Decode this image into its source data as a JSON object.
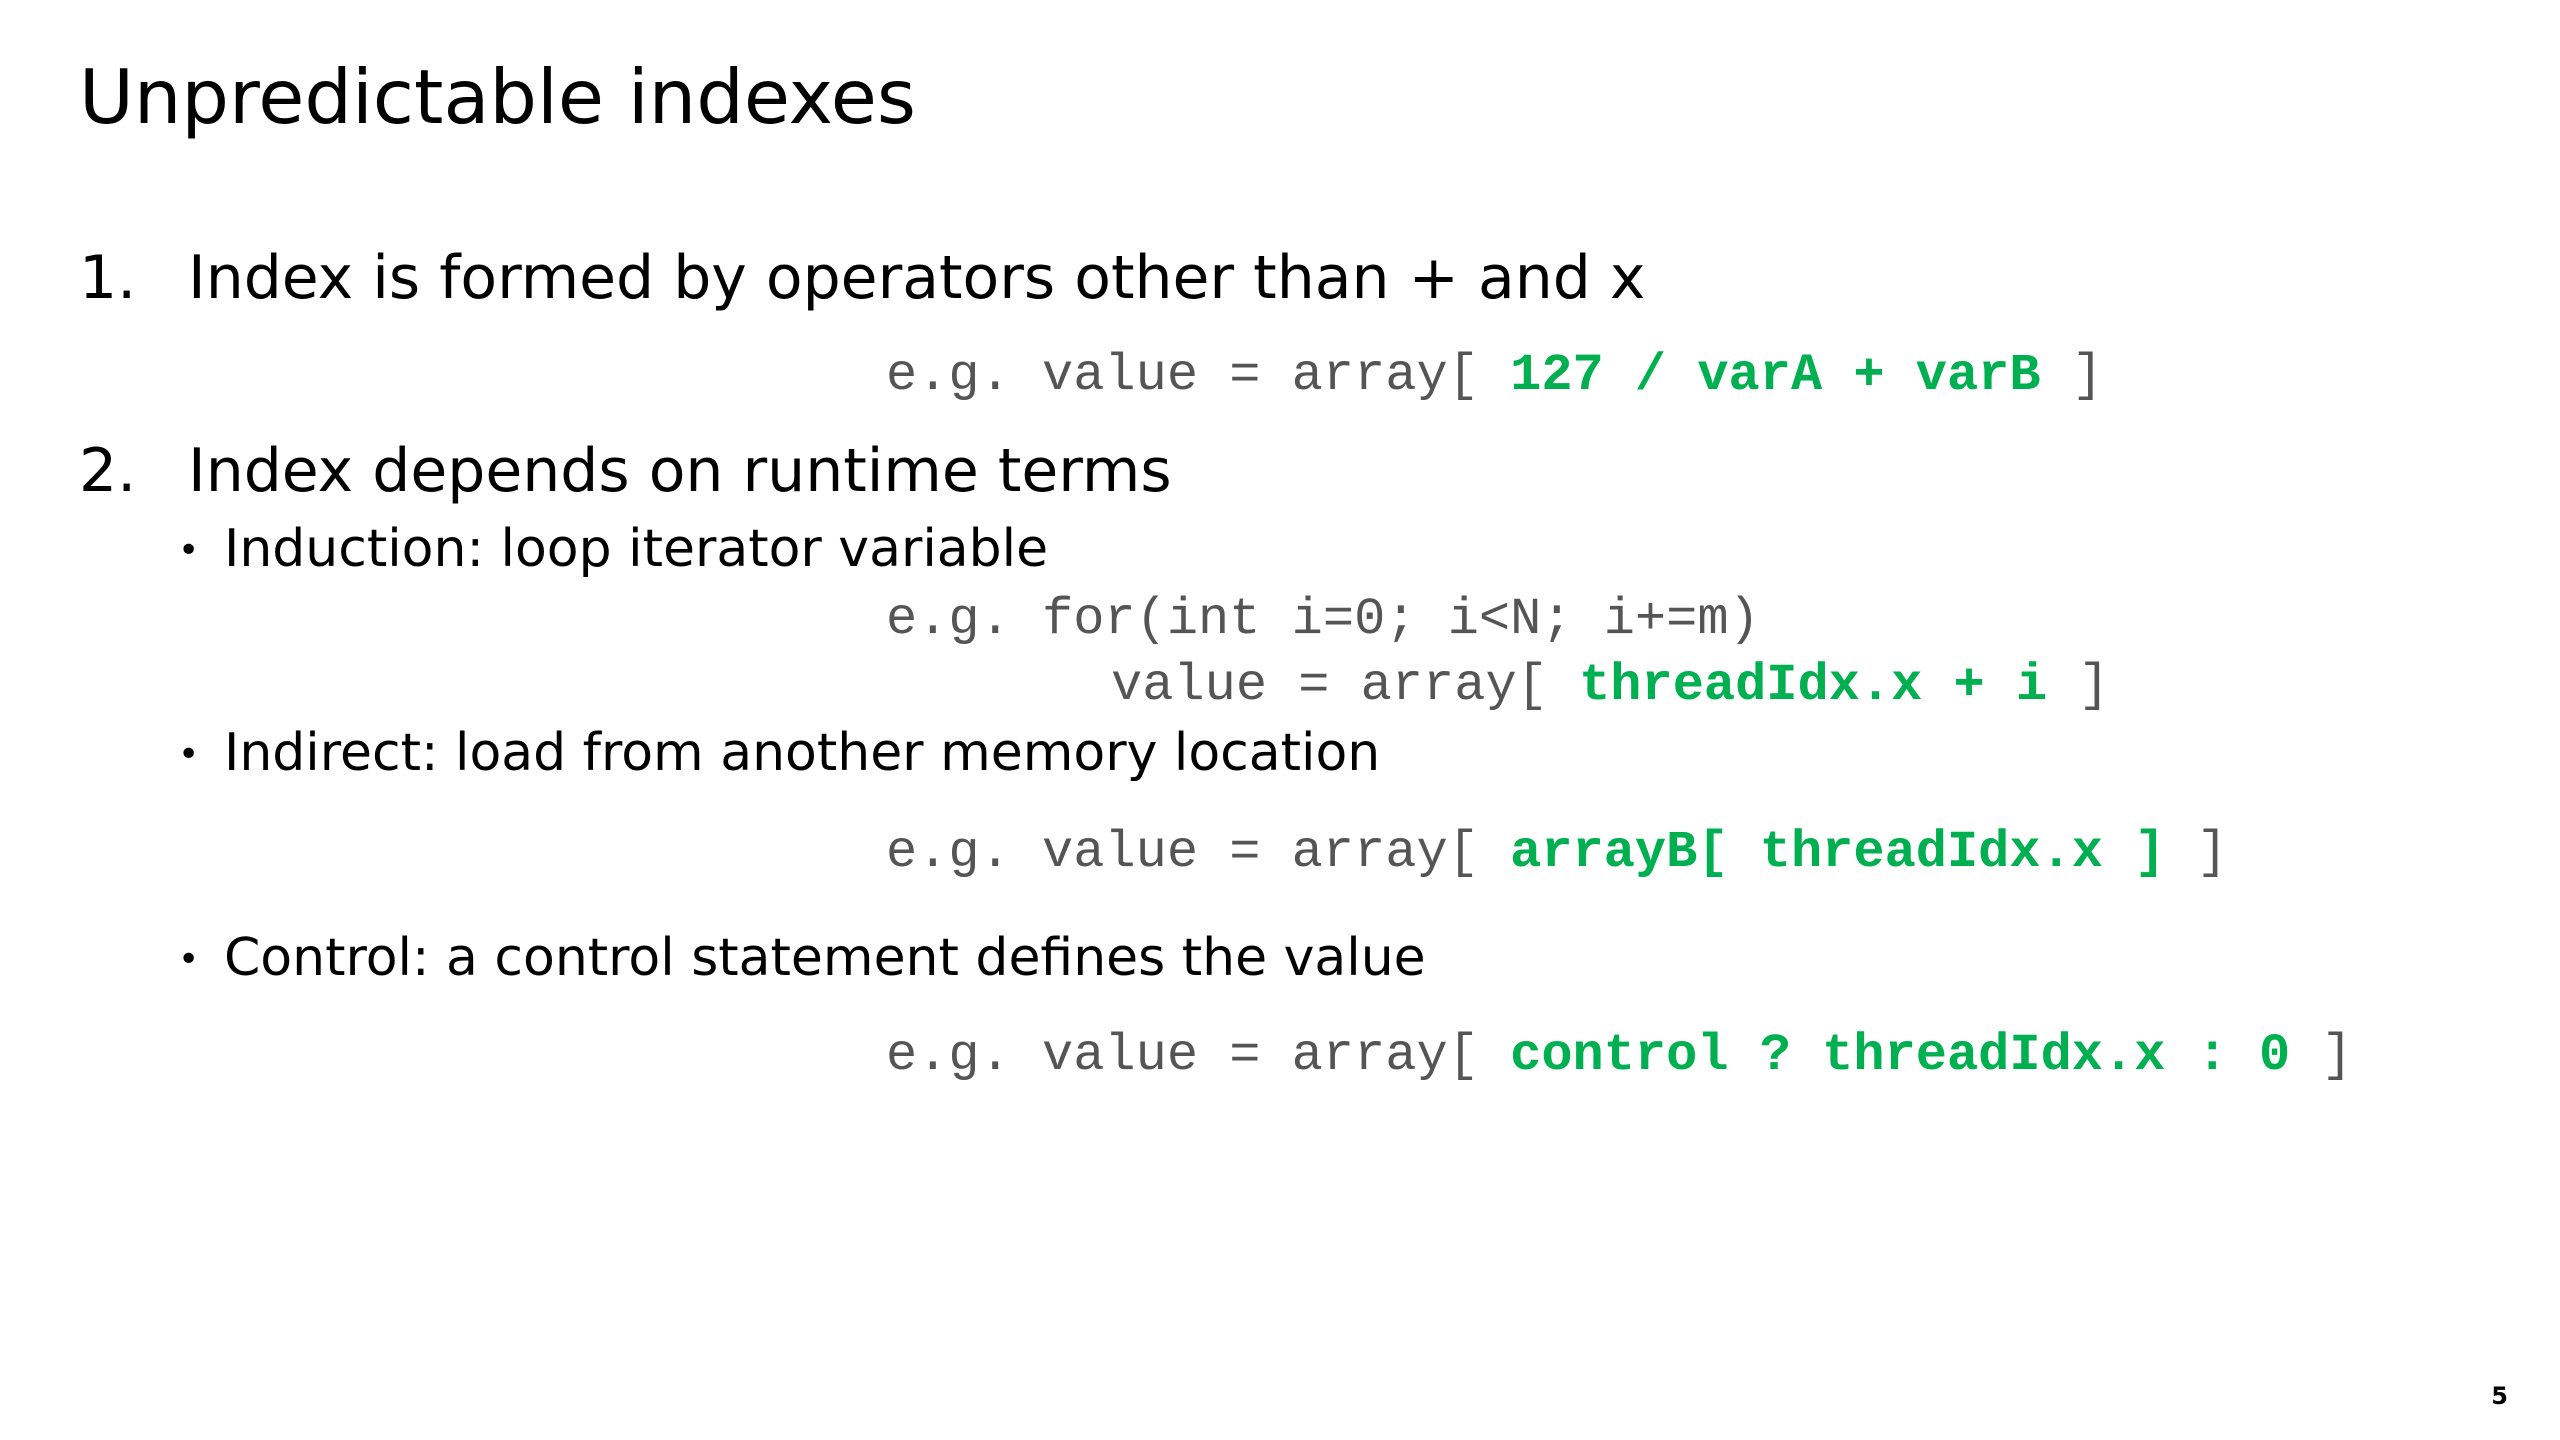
{
  "title": "Unpredictable indexes",
  "items": [
    {
      "number": "1.",
      "text": "Index is formed by operators other than + and x",
      "example": {
        "prefix": "e.g. value = array[ ",
        "highlight": "127 / varA + varB",
        "suffix": " ]"
      }
    },
    {
      "number": "2.",
      "text": "Index depends on runtime terms",
      "subitems": [
        {
          "bullet": "•",
          "text": "Induction: loop iterator variable",
          "example_line1": "e.g. for(int i=0; i<N; i+=m)",
          "example_line2": {
            "prefix": "value = array[ ",
            "highlight": "threadIdx.x + i",
            "suffix": " ]"
          }
        },
        {
          "bullet": "•",
          "text": "Indirect: load from another memory location",
          "example": {
            "prefix": "e.g. value = array[ ",
            "highlight": "arrayB[ threadIdx.x ]",
            "suffix": " ]"
          }
        },
        {
          "bullet": "•",
          "text": "Control: a control statement defines the value",
          "example": {
            "prefix": "e.g. value = array[ ",
            "highlight": "control ? threadIdx.x : 0",
            "suffix": " ]"
          }
        }
      ]
    }
  ],
  "slide_number": "5",
  "colors": {
    "code_text": "#555555",
    "highlight": "#00b050"
  }
}
